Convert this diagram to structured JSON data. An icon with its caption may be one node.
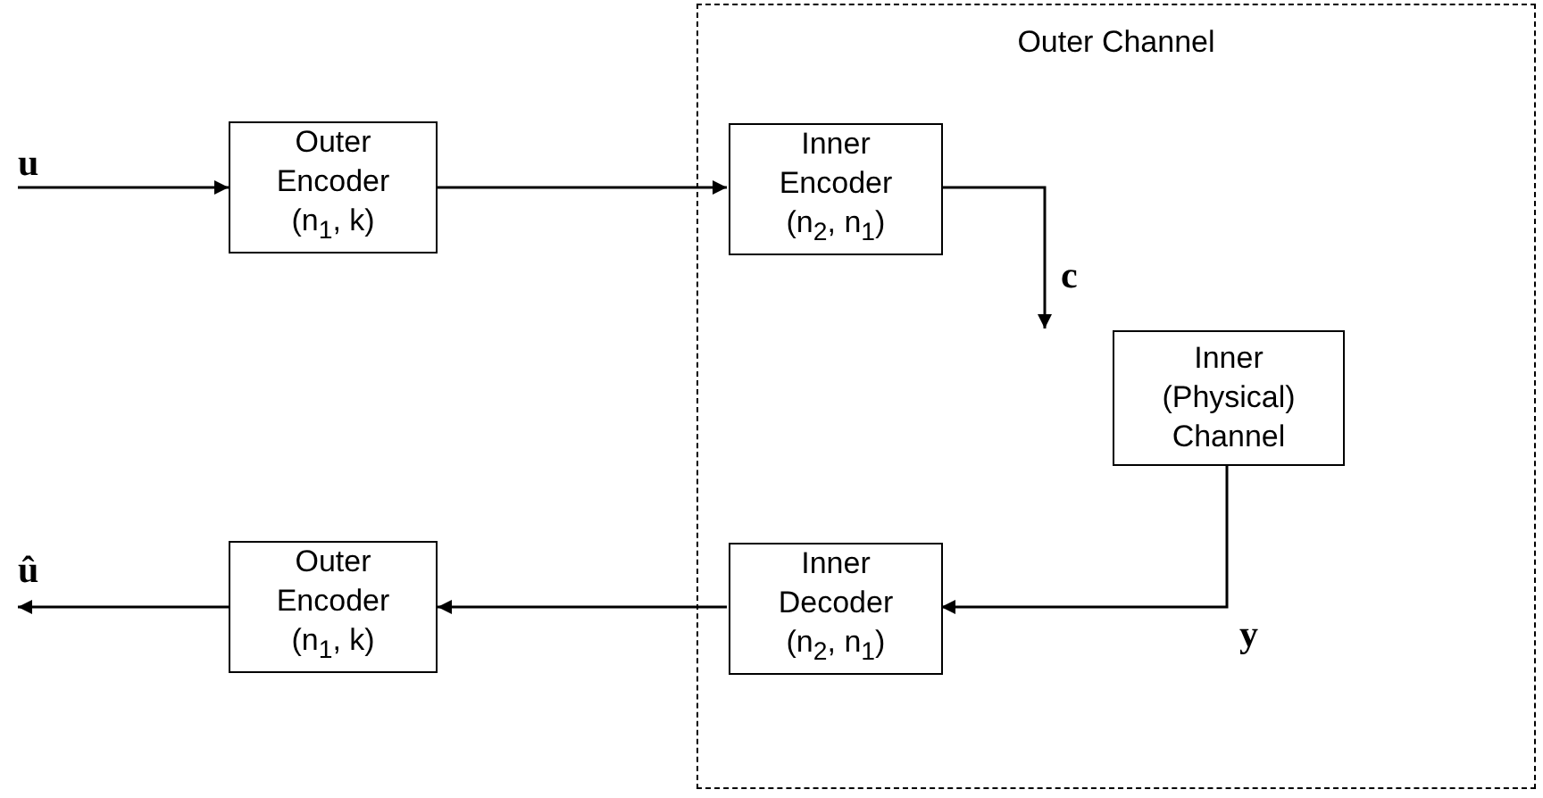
{
  "diagram": {
    "nodes": [
      {
        "text": [
          "Outer Channel"
        ]
      },
      {
        "text": [
          "Outer Encoder (n$_{1}$, k)"
        ]
      },
      {
        "text": [
          "Inner Encoder (n$_{2}$, n$_{1}$)"
        ],
        "in": 0
      },
      {
        "text": [
          "Inner (Physical) Channel"
        ],
        "in": 0
      },
      {
        "text": [
          "Inner Decoder (n$_{2}$, n$_{1}$)"
        ],
        "in": 0
      },
      {
        "text": [
          "Outer Encoder (n$_{1}$, k)"
        ]
      },
      {
        "text": [
          "u"
        ]
      },
      {
        "text": [
          "û"
        ]
      }
    ],
    "edges": [
      {
        "from": 6,
        "to": 1,
        "arrow": "to"
      },
      {
        "from": 1,
        "to": 2,
        "arrow": "to"
      },
      {
        "from": 2,
        "to": 3,
        "arrow": "to",
        "label": "c"
      },
      {
        "from": 3,
        "to": 4,
        "arrow": "to",
        "label": "y"
      },
      {
        "from": 4,
        "to": 5,
        "arrow": "to"
      },
      {
        "from": 5,
        "to": 7,
        "arrow": "to"
      }
    ]
  }
}
